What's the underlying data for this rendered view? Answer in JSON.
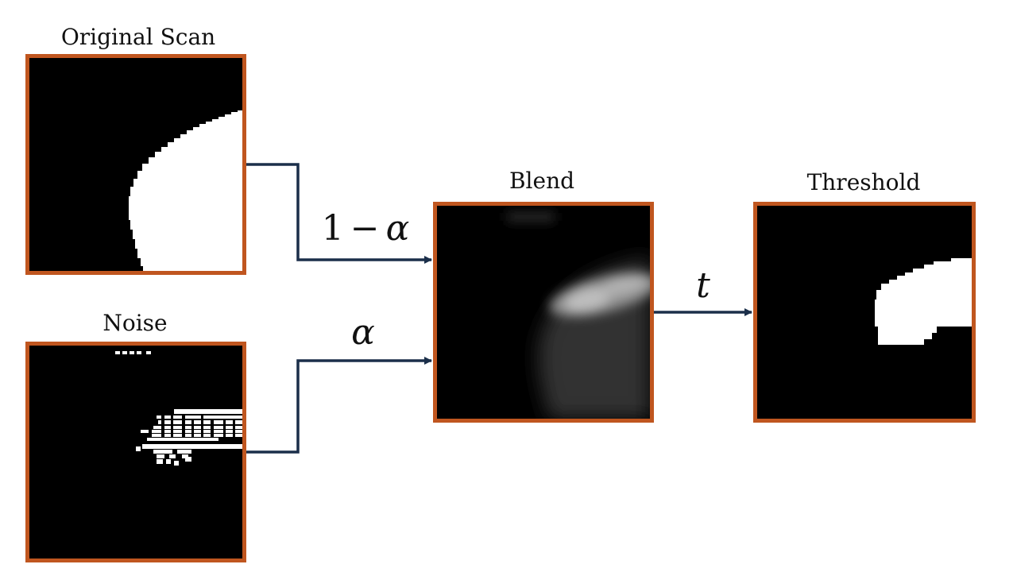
{
  "panels": {
    "original": {
      "title": "Original Scan"
    },
    "noise": {
      "title": "Noise"
    },
    "blend": {
      "title": "Blend"
    },
    "threshold": {
      "title": "Threshold"
    }
  },
  "weights": {
    "one": "1",
    "minus": "−",
    "alpha": "α",
    "alpha_noise": "α",
    "threshold_symbol": "t"
  },
  "colors": {
    "panel_border": "#c0561f",
    "arrow": "#1b2f4a",
    "panel_bg": "#000000",
    "foreground": "#ffffff"
  }
}
